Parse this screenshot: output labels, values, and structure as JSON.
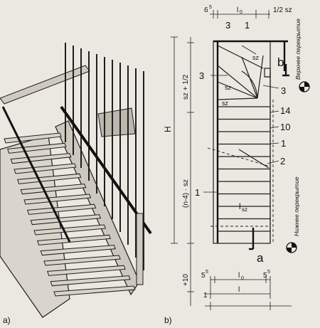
{
  "panel_a": {
    "caption": "a)"
  },
  "panel_b": {
    "caption": "b)",
    "top_dims": {
      "d1": "6",
      "d1_sup": "5",
      "d2": "l",
      "d2_sub": "0",
      "d3": "1/2 sz"
    },
    "marks": {
      "m3_top": "3",
      "m1_top": "1",
      "m3_left": "3",
      "m3_right": "3",
      "m14": "14",
      "m10": "10",
      "m1_right": "1",
      "m2": "2",
      "m1_left": "1",
      "a": "a",
      "b": "b"
    },
    "winder_labels": {
      "sz1": "sz",
      "sz2": "sz",
      "sz3": "sz"
    },
    "flight_label": "l",
    "flight_label_sub": "sz",
    "side_dims": {
      "h": "H",
      "upper": "sz + 1/2",
      "lower": "(n-4) · sz",
      "bottom": "+10"
    },
    "side_notes": {
      "upper_floor": "Верхнее перекрытие",
      "lower_floor": "Нижнее перекрытие"
    },
    "bottom_dims": {
      "left": "5",
      "left_sup": "5",
      "mid": "l",
      "mid_sub": "0",
      "right": "5",
      "right_sup": "5",
      "total": "l",
      "one": "1"
    }
  }
}
